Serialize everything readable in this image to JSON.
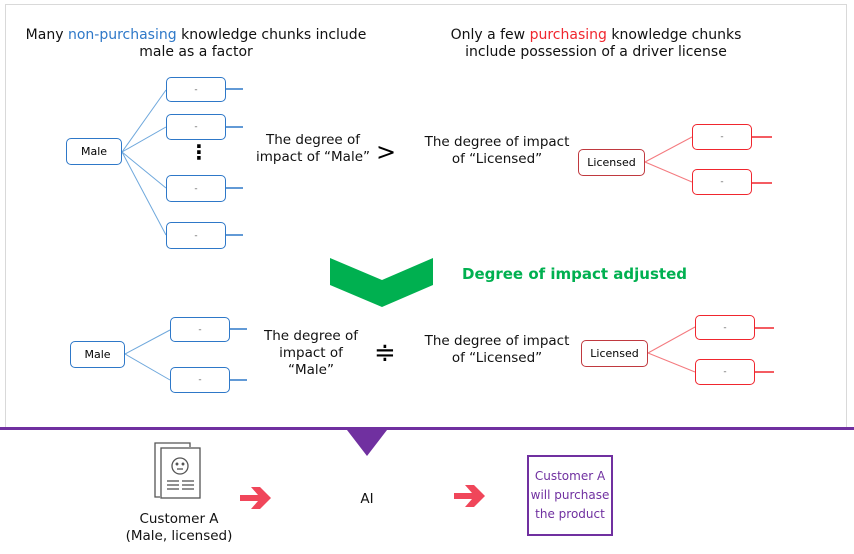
{
  "top_left_heading": {
    "part1": "Many ",
    "highlight": "non-purchasing",
    "part2": " knowledge chunks include",
    "line2": "male as a factor"
  },
  "top_right_heading": {
    "part1": "Only a few ",
    "highlight": "purchasing",
    "part2": " knowledge chunks",
    "line2": "include possession of a driver license"
  },
  "before": {
    "male_label": "Male",
    "male_children": [
      "-",
      "-",
      "-",
      "-"
    ],
    "ellipsis": "⋮",
    "male_impact": [
      "The degree of",
      "impact of “Male”"
    ],
    "comparison": ">",
    "licensed_impact": [
      "The degree of impact",
      "of “Licensed”"
    ],
    "licensed_label": "Licensed",
    "licensed_children": [
      "-",
      "-"
    ]
  },
  "adjustment_label": "Degree of impact adjusted",
  "after": {
    "male_label": "Male",
    "male_children": [
      "-",
      "-"
    ],
    "male_impact": [
      "The degree of",
      "impact of",
      "“Male”"
    ],
    "comparison": "≑",
    "licensed_impact": [
      "The degree of impact",
      "of “Licensed”"
    ],
    "licensed_label": "Licensed",
    "licensed_children": [
      "-",
      "-"
    ]
  },
  "flow": {
    "customer": [
      "Customer A",
      "(Male, licensed)"
    ],
    "ai": "AI",
    "result": [
      "Customer A",
      "will purchase",
      "the product"
    ]
  },
  "colors": {
    "blue": "#2e78c8",
    "red": "#f0262e",
    "green": "#00b050",
    "purple": "#7030a0",
    "arrow": "#f0465a"
  }
}
